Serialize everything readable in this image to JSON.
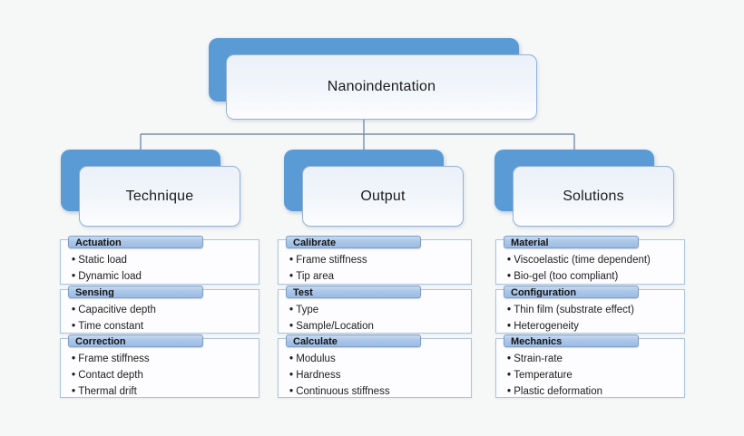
{
  "root": {
    "label": "Nanoindentation"
  },
  "branches": [
    {
      "label": "Technique",
      "sections": [
        {
          "header": "Actuation",
          "items": [
            "Static load",
            "Dynamic load"
          ]
        },
        {
          "header": "Sensing",
          "items": [
            "Capacitive depth",
            "Time constant"
          ]
        },
        {
          "header": "Correction",
          "items": [
            "Frame stiffness",
            "Contact depth",
            "Thermal drift"
          ]
        }
      ]
    },
    {
      "label": "Output",
      "sections": [
        {
          "header": "Calibrate",
          "items": [
            "Frame stiffness",
            "Tip area"
          ]
        },
        {
          "header": "Test",
          "items": [
            "Type",
            "Sample/Location"
          ]
        },
        {
          "header": "Calculate",
          "items": [
            "Modulus",
            "Hardness",
            "Continuous stiffness"
          ]
        }
      ]
    },
    {
      "label": "Solutions",
      "sections": [
        {
          "header": "Material",
          "items": [
            "Viscoelastic (time dependent)",
            "Bio-gel (too compliant)"
          ]
        },
        {
          "header": "Configuration",
          "items": [
            "Thin film (substrate effect)",
            "Heterogeneity"
          ]
        },
        {
          "header": "Mechanics",
          "items": [
            "Strain-rate",
            "Temperature",
            "Plastic deformation"
          ]
        }
      ]
    }
  ],
  "colors": {
    "accent_blue": "#5b9bd5",
    "header_bar_blue": "#a9c6e8",
    "connector_line": "#748eb0",
    "background": "#f6f7f7"
  }
}
